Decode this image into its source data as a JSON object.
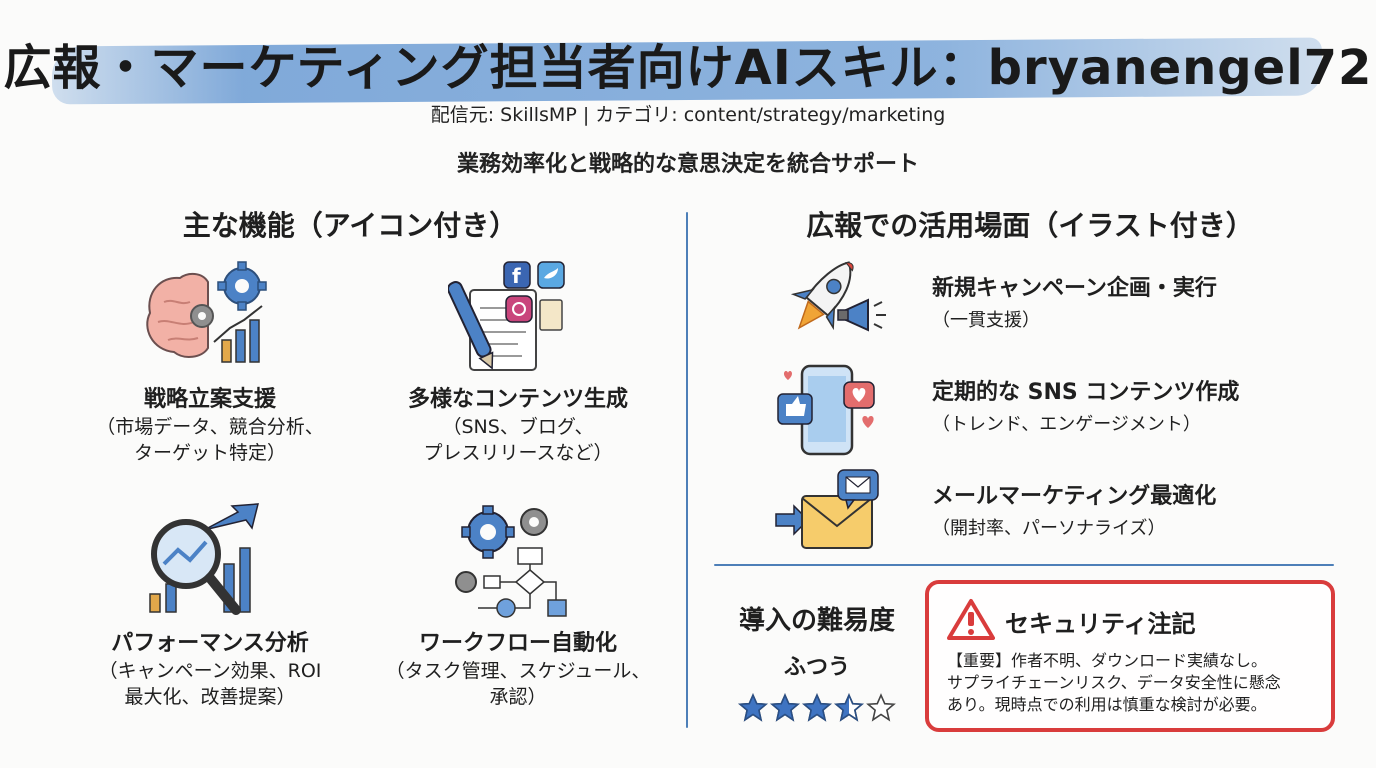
{
  "header": {
    "title": "広報・マーケティング担当者向けAIスキル：bryanengel72",
    "meta": "配信元: SkillsMP | カテゴリ: content/strategy/marketing",
    "tagline": "業務効率化と戦略的な意思決定を統合サポート"
  },
  "features": {
    "title": "主な機能（アイコン付き）",
    "items": [
      {
        "icon": "brain-gears-chart-icon",
        "label": "戦略立案支援",
        "desc1": "（市場データ、競合分析、",
        "desc2": "ターゲット特定）"
      },
      {
        "icon": "social-documents-pen-icon",
        "label": "多様なコンテンツ生成",
        "desc1": "（SNS、ブログ、",
        "desc2": "プレスリリースなど）"
      },
      {
        "icon": "magnifier-growth-chart-icon",
        "label": "パフォーマンス分析",
        "desc1": "（キャンペーン効果、ROI",
        "desc2": "最大化、改善提案）"
      },
      {
        "icon": "gears-flowchart-icon",
        "label": "ワークフロー自動化",
        "desc1": "（タスク管理、スケジュール、",
        "desc2": "承認）"
      }
    ]
  },
  "use_cases": {
    "title": "広報での活用場面（イラスト付き）",
    "items": [
      {
        "icon": "rocket-megaphone-icon",
        "label": "新規キャンペーン企画・実行",
        "desc": "（一貫支援）"
      },
      {
        "icon": "smartphone-social-icon",
        "label": "定期的な SNS コンテンツ作成",
        "desc": "（トレンド、エンゲージメント）"
      },
      {
        "icon": "envelope-mail-icon",
        "label": "メールマーケティング最適化",
        "desc": "（開封率、パーソナライズ）"
      }
    ]
  },
  "difficulty": {
    "title": "導入の難易度",
    "level": "ふつう",
    "rating": 3.5,
    "max": 5
  },
  "security": {
    "icon": "warning-triangle-icon",
    "title": "セキュリティ注記",
    "line1": "【重要】作者不明、ダウンロード実績なし。",
    "line2": "サプライチェーンリスク、データ安全性に懸念",
    "line3": "あり。現時点での利用は慎重な検討が必要。"
  },
  "colors": {
    "accent_blue": "#4d7fb8",
    "warning_red": "#d93c3c",
    "star_blue": "#3f74c2"
  }
}
